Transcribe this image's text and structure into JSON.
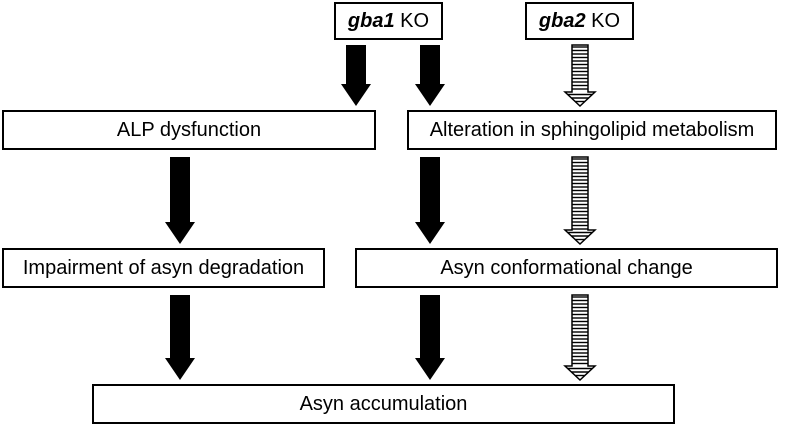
{
  "diagram": {
    "top_nodes": {
      "gba1_ko": {
        "gene": "gba1",
        "suffix": " KO"
      },
      "gba2_ko": {
        "gene": "gba2",
        "suffix": " KO"
      }
    },
    "nodes": {
      "alp_dysfunction": "ALP dysfunction",
      "sphingolipid_alteration": "Alteration in sphingolipid metabolism",
      "impaired_degradation": "Impairment of asyn degradation",
      "conformational_change": "Asyn conformational change",
      "accumulation": "Asyn accumulation"
    },
    "colors": {
      "solid_arrow": "#000000",
      "hatched_arrow_stroke": "#000000",
      "hatched_arrow_fill": "#ffffff",
      "box_border": "#000000"
    },
    "edges": [
      {
        "from": "gba1_ko",
        "to": "alp_dysfunction",
        "style": "solid"
      },
      {
        "from": "gba1_ko",
        "to": "sphingolipid_alteration",
        "style": "solid"
      },
      {
        "from": "gba2_ko",
        "to": "sphingolipid_alteration",
        "style": "hatched"
      },
      {
        "from": "alp_dysfunction",
        "to": "impaired_degradation",
        "style": "solid"
      },
      {
        "from": "sphingolipid_alteration",
        "to": "conformational_change",
        "style": "solid"
      },
      {
        "from": "sphingolipid_alteration",
        "to": "conformational_change",
        "style": "hatched"
      },
      {
        "from": "impaired_degradation",
        "to": "accumulation",
        "style": "solid"
      },
      {
        "from": "conformational_change",
        "to": "accumulation",
        "style": "solid"
      },
      {
        "from": "conformational_change",
        "to": "accumulation",
        "style": "hatched"
      }
    ]
  }
}
